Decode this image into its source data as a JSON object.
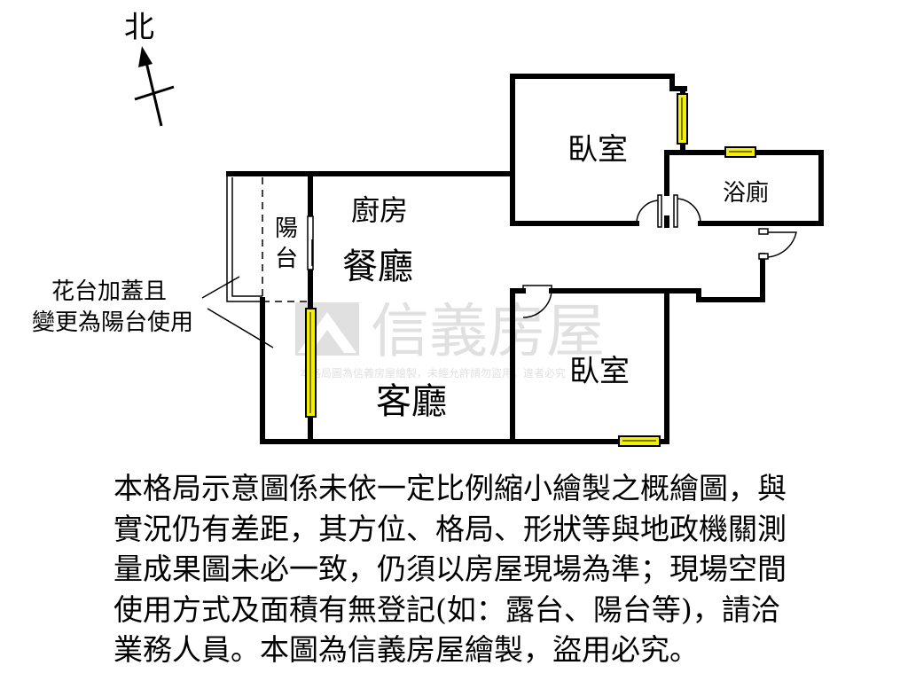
{
  "compass": {
    "north_label": "北"
  },
  "rooms": {
    "bedroom_top": "臥室",
    "bathroom": "浴廁",
    "kitchen": "廚房",
    "dining": "餐廳",
    "balcony_line1": "陽",
    "balcony_line2": "台",
    "living": "客廳",
    "bedroom_bottom": "臥室"
  },
  "annotation": {
    "line1": "花台加蓋且",
    "line2": "變更為陽台使用"
  },
  "watermark": {
    "brand": "信義房屋",
    "notice": "本格局圖為信義房屋繪製，未經允許請勿盜用，違者必究"
  },
  "disclaimer": {
    "lines": [
      "本格局示意圖係未依一定比例縮小繪製之概繪圖，與",
      "實況仍有差距，其方位、格局、形狀等與地政機關測",
      "量成果圖未必一致，仍須以房屋現場為準；現場空間",
      "使用方式及面積有無登記(如：露台、陽台等)，請洽",
      "業務人員。本圖為信義房屋繪製，盜用必究。"
    ]
  },
  "colors": {
    "wall": "#000000",
    "window": "#f5f000",
    "watermark": "#c8c8c8"
  }
}
